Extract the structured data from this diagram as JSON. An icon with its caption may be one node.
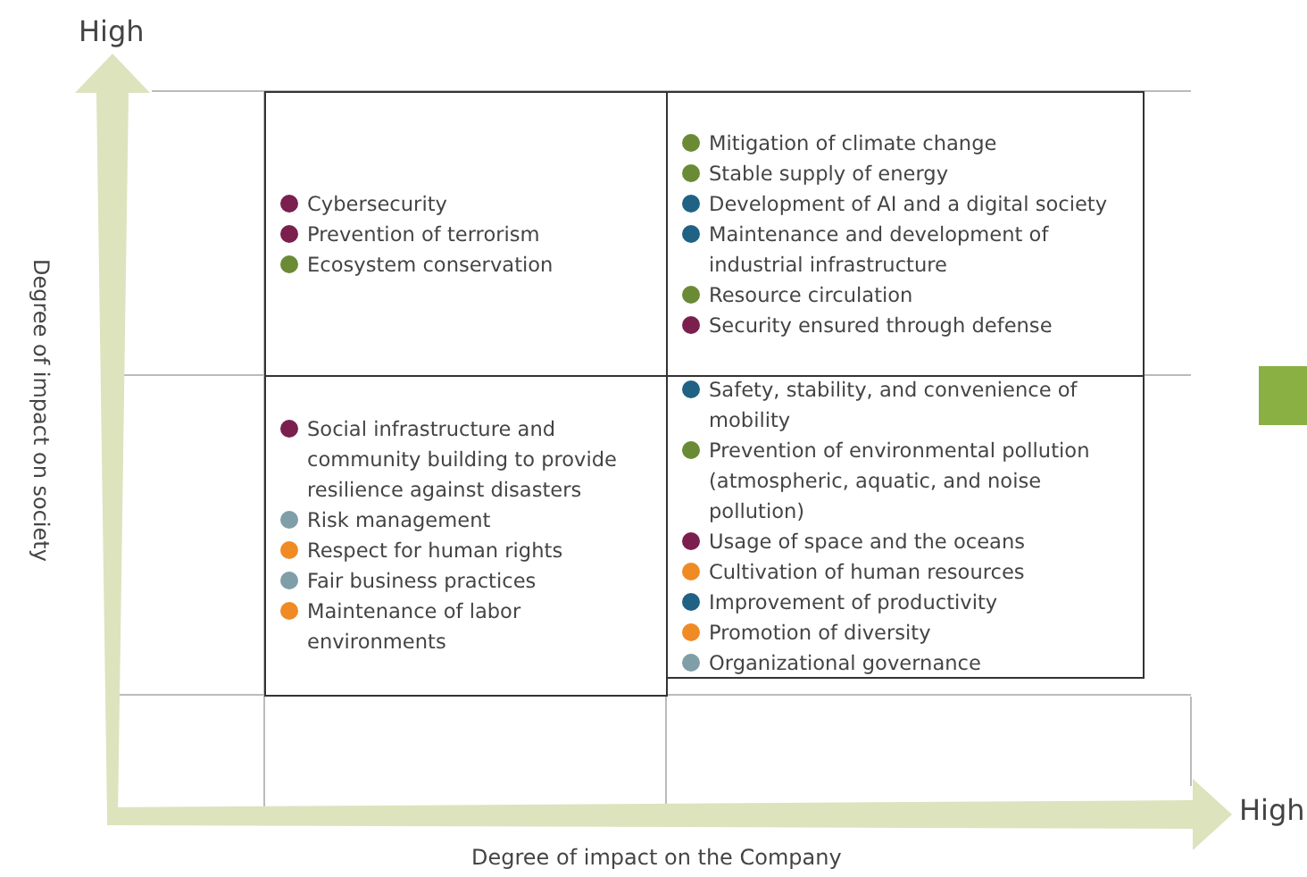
{
  "diagram": {
    "nodes": [
      {
        "text": [
          "Cybersecurity",
          "Prevention of terrorism",
          "Ecosystem conservation"
        ]
      },
      {
        "text": [
          "Mitigation of climate change",
          "Stable supply of energy",
          "Development of AI and a digital society",
          "Maintenance and development of industrial infrastructure",
          "Resource circulation",
          "Security ensured through defense"
        ]
      },
      {
        "text": [
          "Social infrastructure and community building to provide resilience against disasters",
          "Risk management",
          "Respect for human rights",
          "Fair business practices",
          "Maintenance of labor environments"
        ]
      },
      {
        "text": [
          "Safety, stability, and convenience of mobility",
          "Prevention of environmental pollution (atmospheric, aquatic, and noise pollution)",
          "Usage of space and the oceans",
          "Cultivation of human resources",
          "Improvement of productivity",
          "Promotion of diversity",
          "Organizational governance"
        ]
      }
    ],
    "labels": [
      "High",
      "Degree of impact on society",
      "High",
      "Degree of impact on the Company"
    ]
  }
}
